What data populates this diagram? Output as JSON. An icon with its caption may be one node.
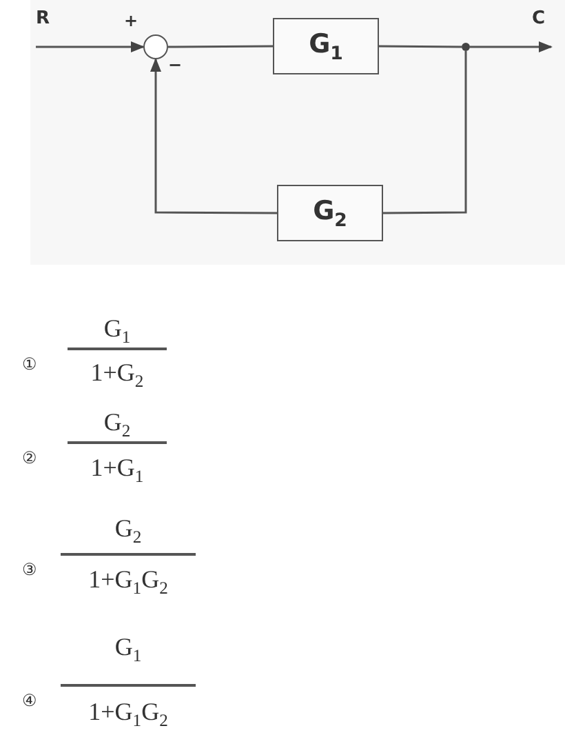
{
  "diagram": {
    "nodes": [
      {
        "text": [
          "R"
        ]
      },
      {
        "text": [],
        "shape": "circle"
      },
      {
        "text": [
          "G$_{1}$"
        ]
      },
      {
        "text": [],
        "shape": "circle"
      },
      {
        "text": [
          "C"
        ]
      },
      {
        "text": [
          "G$_{2}$"
        ]
      }
    ],
    "edges": [
      {
        "from": 0,
        "to": 1,
        "arrow": "to"
      },
      {
        "from": 1,
        "to": 2,
        "arrow": "none"
      },
      {
        "from": 2,
        "to": 3,
        "arrow": "none"
      },
      {
        "from": 3,
        "to": 4,
        "arrow": "to"
      },
      {
        "from": 3,
        "to": 5,
        "arrow": "none"
      },
      {
        "from": 5,
        "to": 1,
        "arrow": "to"
      }
    ],
    "labels": [
      "+",
      "−",
      "G$_{1}$",
      "①",
      "1+G$_{2}$",
      "G$_{2}$",
      "②",
      "1+G$_{1}$",
      "G$_{2}$",
      "③",
      "1+G$_{1}$G$_{2}$",
      "G$_{1}$",
      "④",
      "1+G$_{1}$G$_{2}$"
    ]
  }
}
